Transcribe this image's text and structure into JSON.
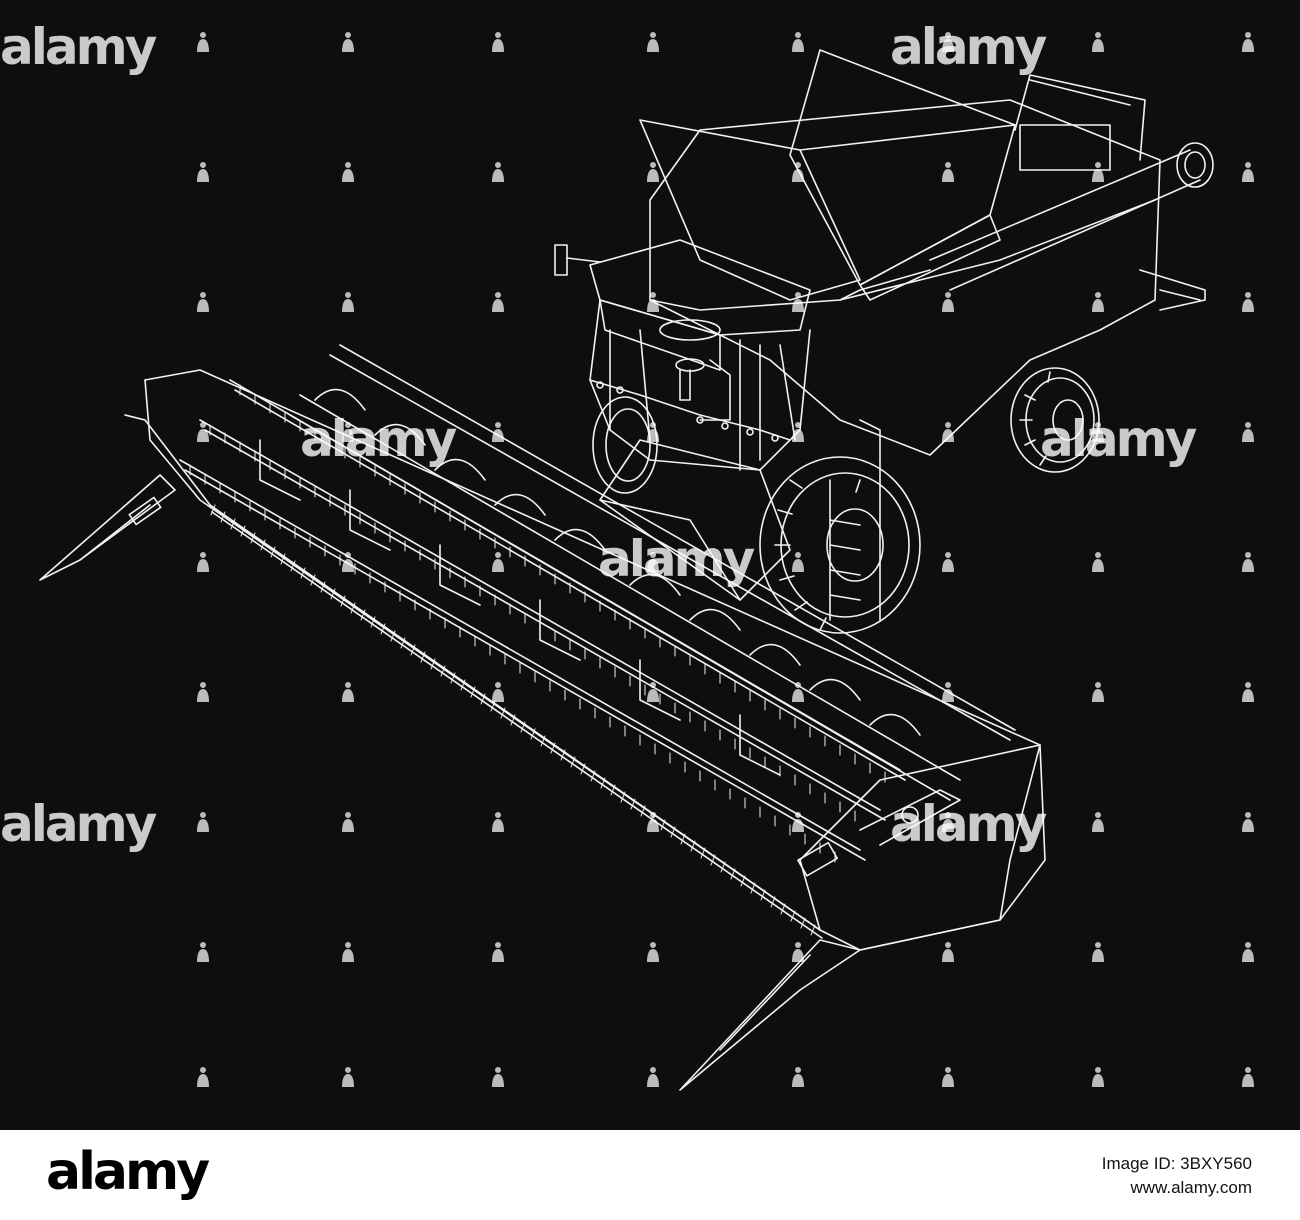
{
  "image": {
    "subject": "white line drawing of a combine harvester on black background",
    "background_color": "#0e0e0e",
    "line_color": "#f2f2f2"
  },
  "watermark": {
    "text": "alamy",
    "icon": "alamy-a-mark-icon"
  },
  "footer": {
    "logo": "alamy",
    "image_id": "Image ID: 3BXY560",
    "url": "www.alamy.com",
    "background_color": "#ffffff"
  }
}
